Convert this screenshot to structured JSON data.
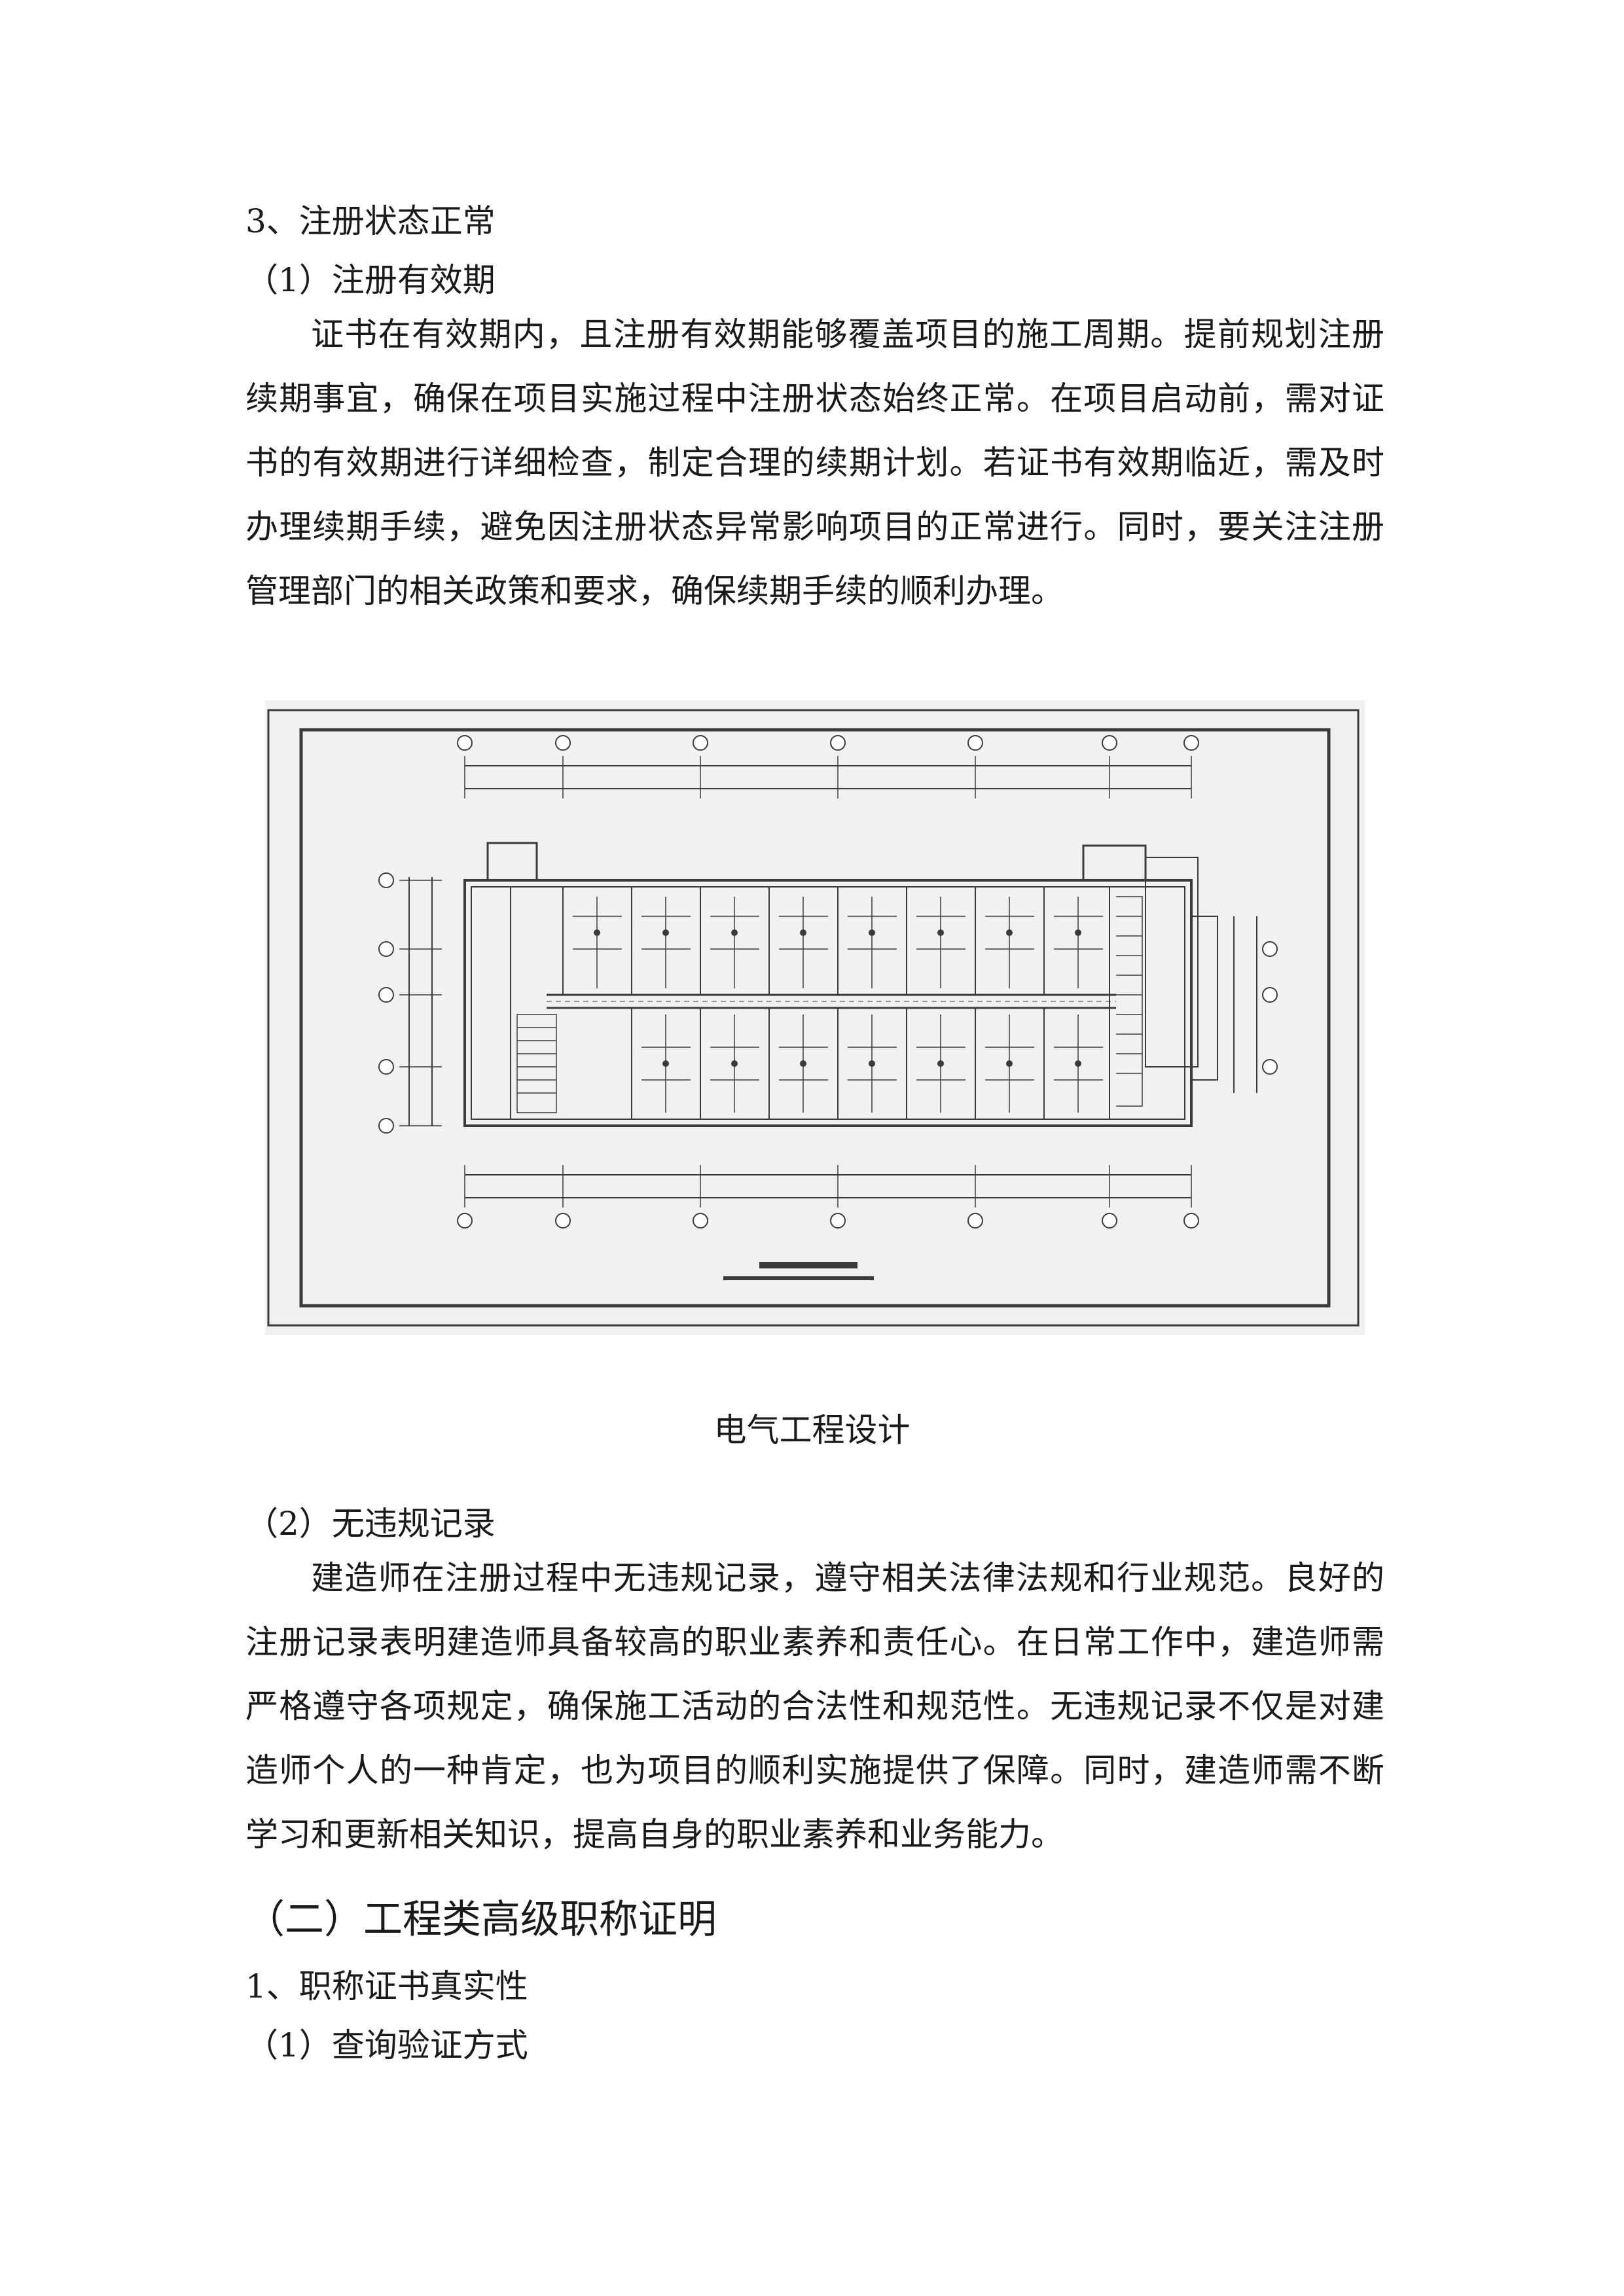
{
  "section3": {
    "heading": "3、注册状态正常",
    "sub1": {
      "heading": "（1）注册有效期",
      "paragraph": "证书在有效期内，且注册有效期能够覆盖项目的施工周期。提前规划注册续期事宜，确保在项目实施过程中注册状态始终正常。在项目启动前，需对证书的有效期进行详细检查，制定合理的续期计划。若证书有效期临近，需及时办理续期手续，避免因注册状态异常影响项目的正常进行。同时，要关注注册管理部门的相关政策和要求，确保续期手续的顺利办理。"
    },
    "figure": {
      "caption": "电气工程设计"
    },
    "sub2": {
      "heading": "（2）无违规记录",
      "paragraph": "建造师在注册过程中无违规记录，遵守相关法律法规和行业规范。良好的注册记录表明建造师具备较高的职业素养和责任心。在日常工作中，建造师需严格遵守各项规定，确保施工活动的合法性和规范性。无违规记录不仅是对建造师个人的一种肯定，也为项目的顺利实施提供了保障。同时，建造师需不断学习和更新相关知识，提高自身的职业素养和业务能力。"
    }
  },
  "sectionTwo": {
    "heading": "（二）工程类高级职称证明",
    "item1": {
      "heading": "1、职称证书真实性",
      "sub1": {
        "heading": "（1）查询验证方式"
      }
    }
  }
}
